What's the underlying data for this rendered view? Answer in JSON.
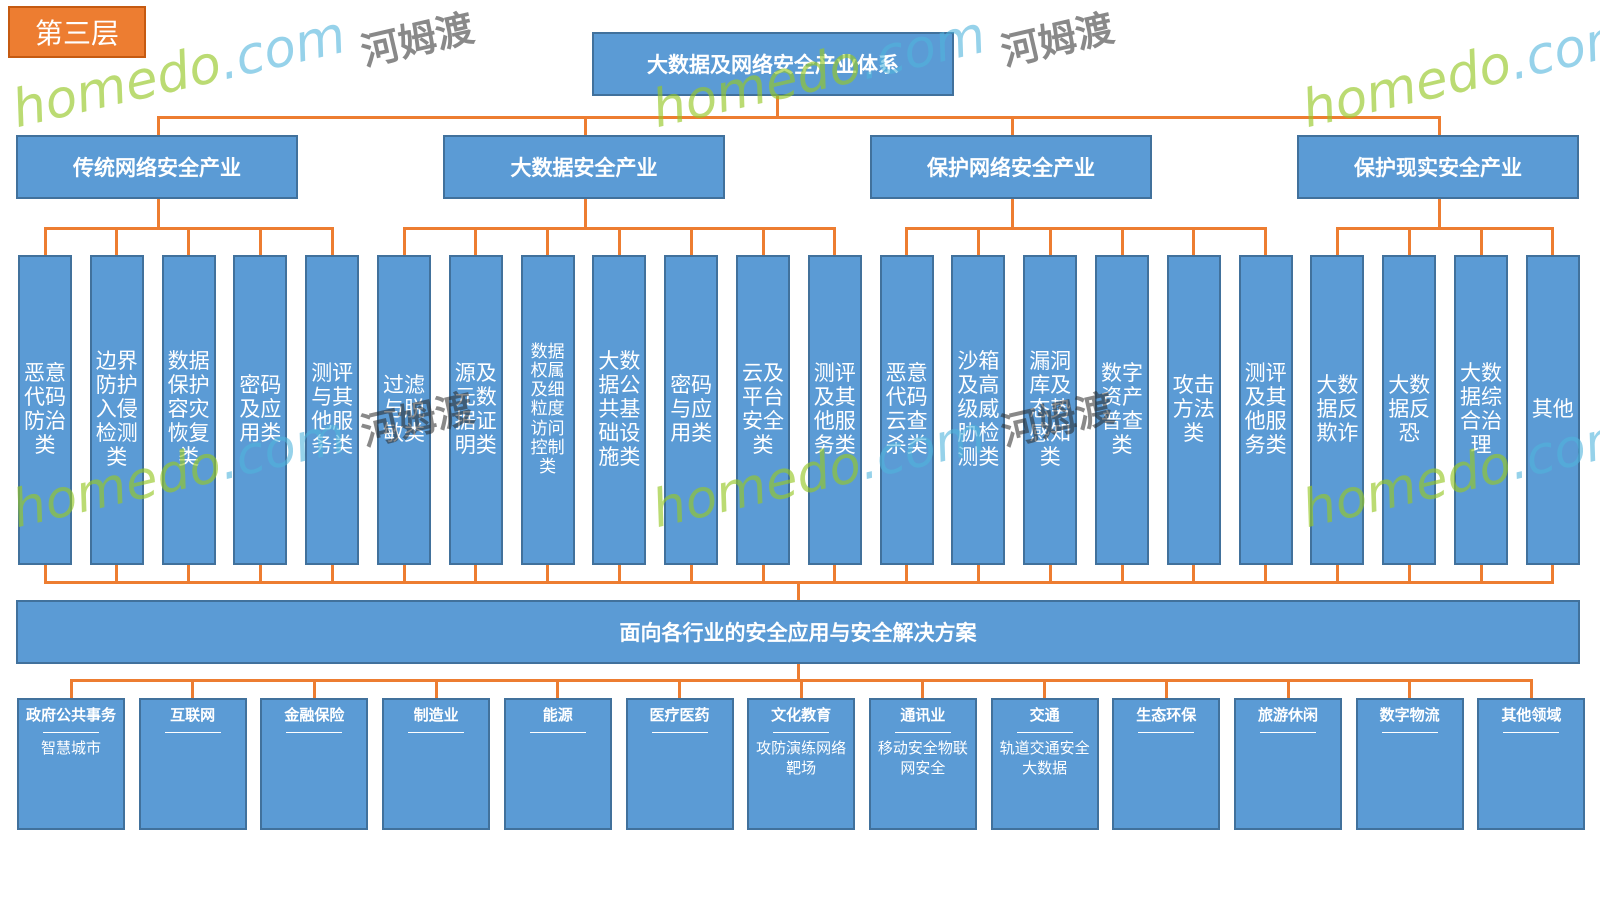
{
  "tag": "第三层",
  "root": "大数据及网络安全产业体系",
  "categories": [
    {
      "label": "传统网络安全产业",
      "items": [
        "恶意代码防治类",
        "边界防护入侵检测类",
        "数据保护容灾恢复类",
        "密码及应用类",
        "测评与其他服务类"
      ]
    },
    {
      "label": "大数据安全产业",
      "items": [
        "过滤与脱敏类",
        "源及元数据证明类",
        "数据权属及细粒度访问控制类",
        "大数据公共基础设施类",
        "密码与应用类",
        "云及平台安全类",
        "测评及其他服务类"
      ]
    },
    {
      "label": "保护网络安全产业",
      "items": [
        "恶意代码云查杀类",
        "沙箱及高级威胁检测类",
        "漏洞库及态势感知类",
        "数字资产普查类",
        "攻击方法类",
        "测评及其他服务类"
      ]
    },
    {
      "label": "保护现实安全产业",
      "items": [
        "大数据反欺诈",
        "大数据反恐",
        "大数据综合治理",
        "其他"
      ]
    }
  ],
  "bottom_bar": "面向各行业的安全应用与安全解决方案",
  "industries": [
    {
      "name": "政府公共事务",
      "rule": "————",
      "sub": "智慧城市"
    },
    {
      "name": "互联网",
      "rule": "————",
      "sub": ""
    },
    {
      "name": "金融保险",
      "rule": "————",
      "sub": ""
    },
    {
      "name": "制造业",
      "rule": "————",
      "sub": ""
    },
    {
      "name": "能源",
      "rule": "————",
      "sub": ""
    },
    {
      "name": "医疗医药",
      "rule": "————",
      "sub": ""
    },
    {
      "name": "文化教育",
      "rule": "————",
      "sub": "攻防演练网络靶场"
    },
    {
      "name": "通讯业",
      "rule": "————",
      "sub": "移动安全物联网安全"
    },
    {
      "name": "交通",
      "rule": "————",
      "sub": "轨道交通安全大数据"
    },
    {
      "name": "生态环保",
      "rule": "————",
      "sub": ""
    },
    {
      "name": "旅游休闲",
      "rule": "————",
      "sub": ""
    },
    {
      "name": "数字物流",
      "rule": "————",
      "sub": ""
    },
    {
      "name": "其他领域",
      "rule": "————",
      "sub": ""
    }
  ],
  "watermark": {
    "brand": "homedo",
    "dotcom": ".com",
    "cn": "河姆渡"
  },
  "colors": {
    "box": "#5B9BD5",
    "box_border": "#41719C",
    "connector": "#ED7D31",
    "tag": "#ED7D31"
  }
}
